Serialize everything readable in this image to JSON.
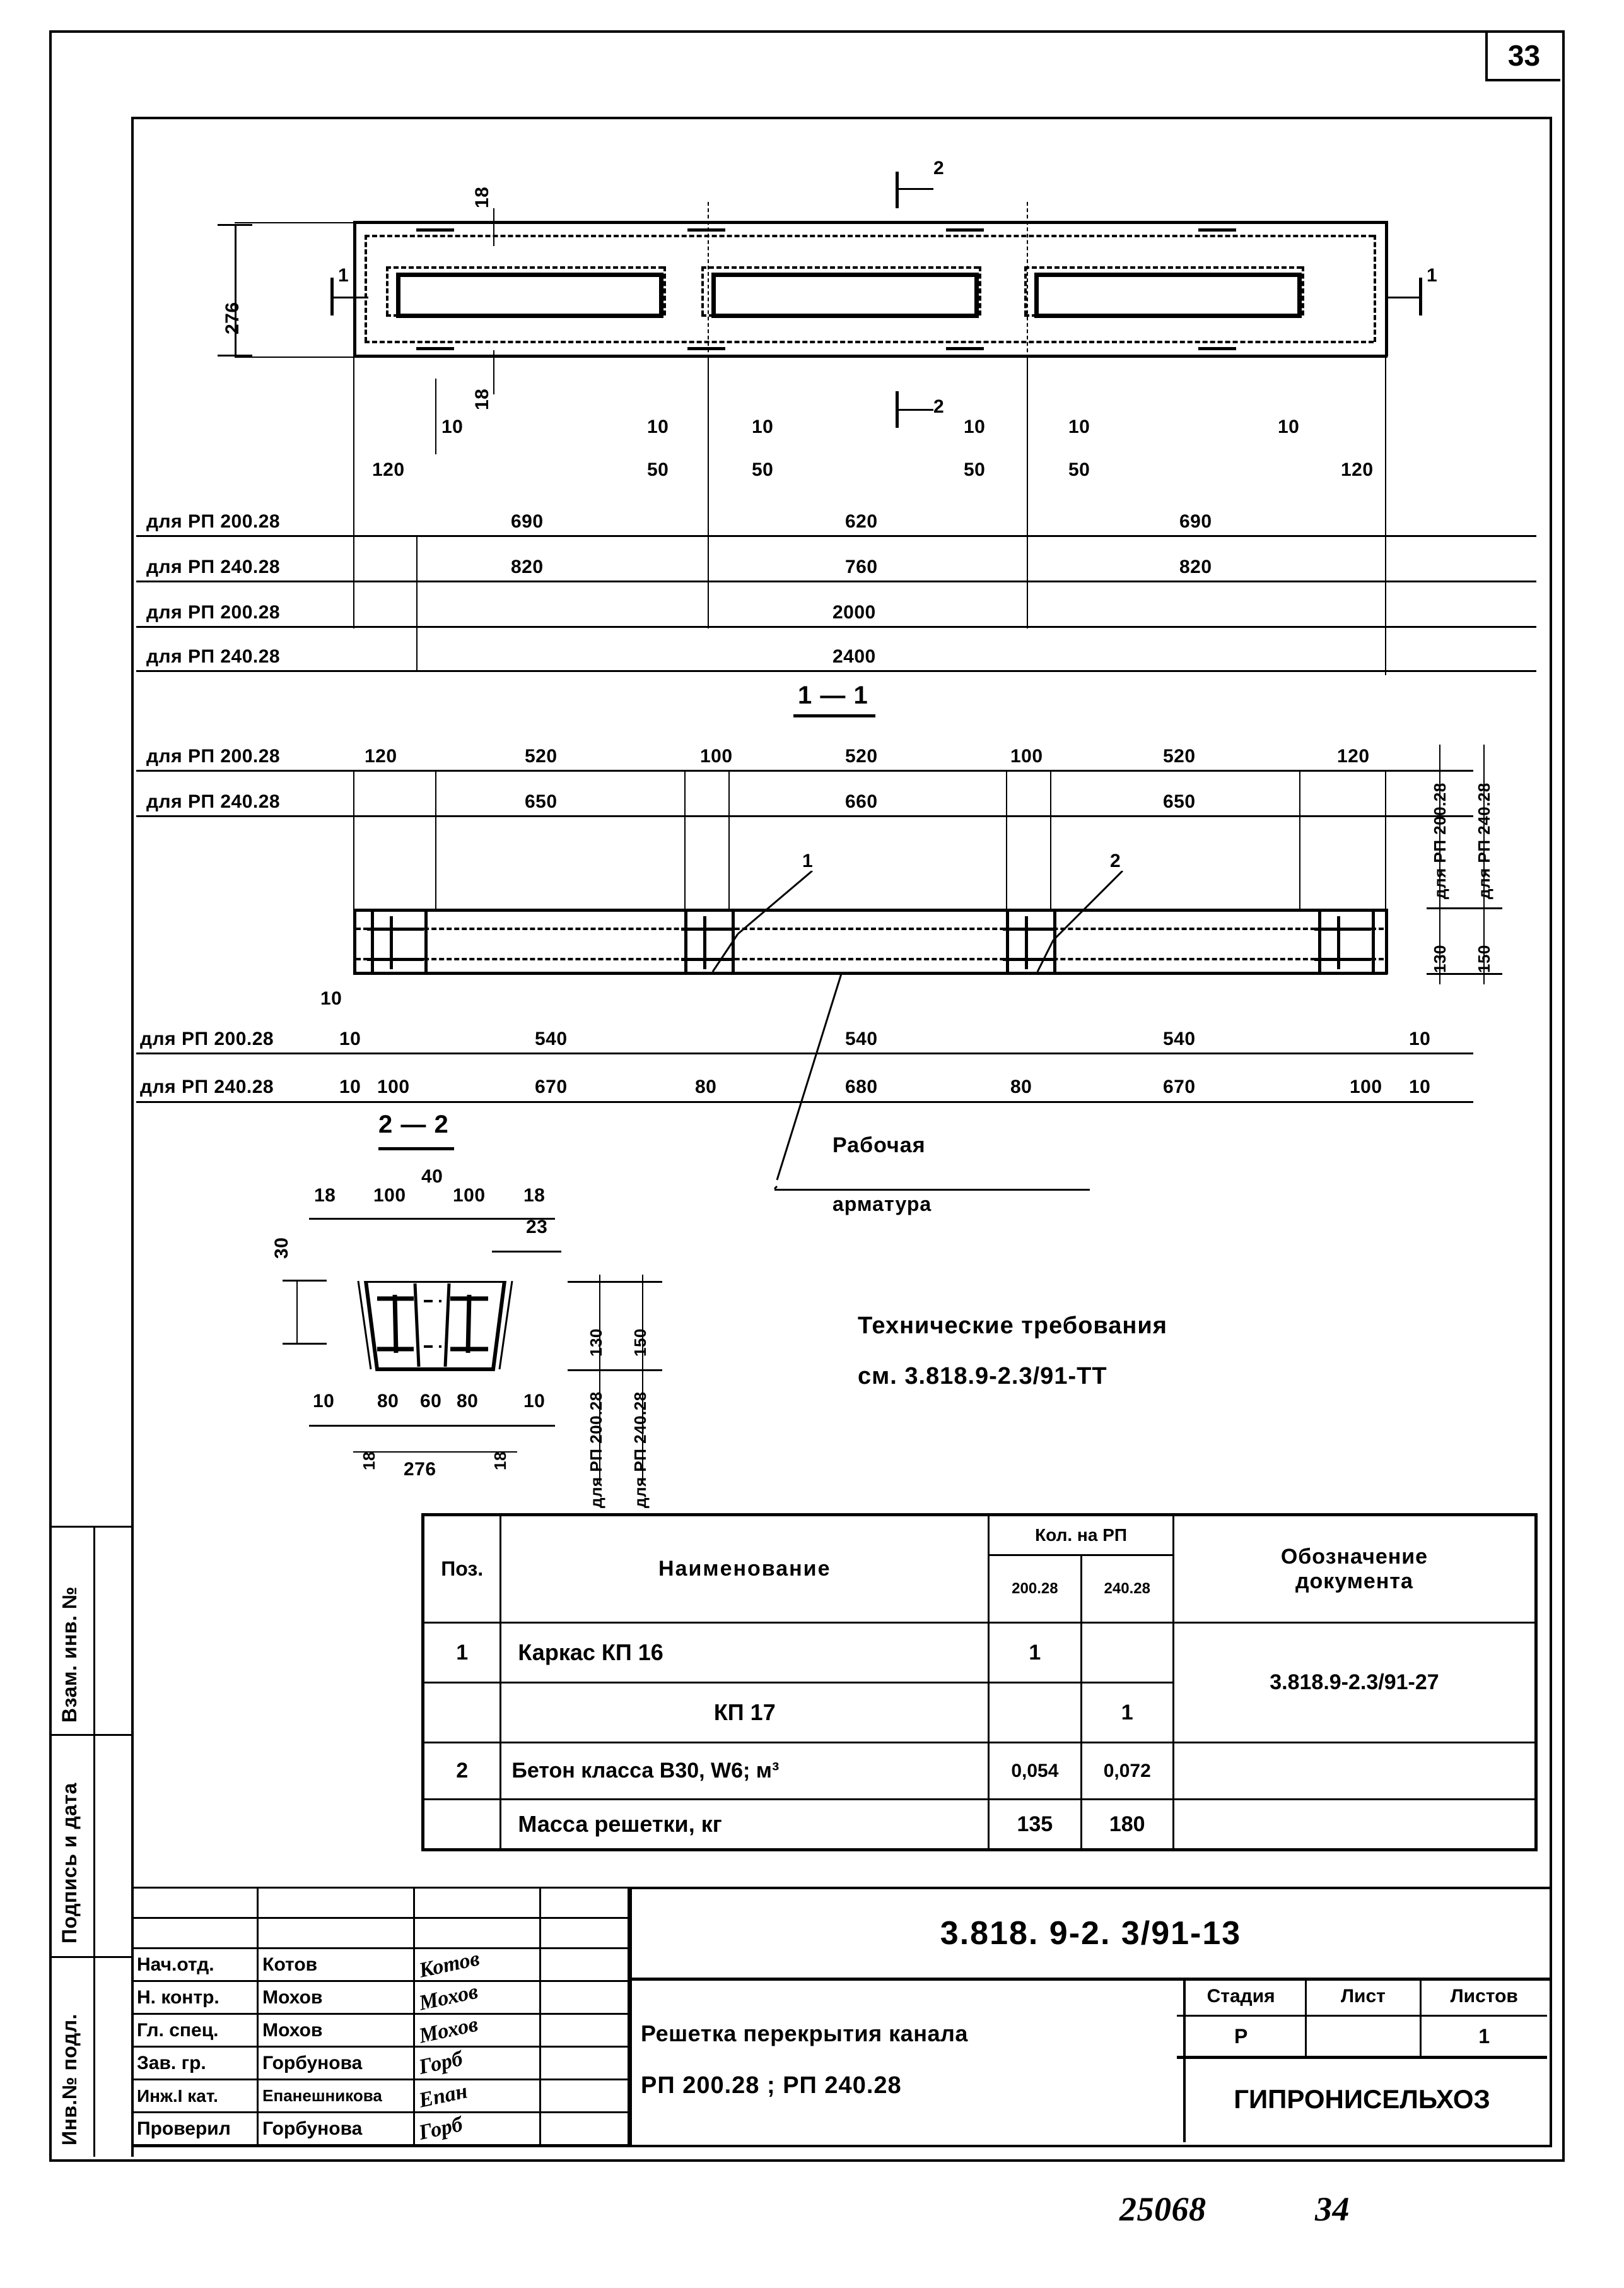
{
  "sheet": {
    "page_number": "33",
    "bottom_code": "25068",
    "bottom_page": "34"
  },
  "sidebar": {
    "items": [
      {
        "label": "Взам. инв. №"
      },
      {
        "label": "Подпись и дата"
      },
      {
        "label": "Инв.№ подл."
      }
    ]
  },
  "plan_view": {
    "height_label": "276",
    "top_thickness": "18",
    "bottom_thickness": "18",
    "section_mark_left": "1",
    "section_mark_right": "1",
    "section_mark_top": "2",
    "section_mark_bottom": "2",
    "small_dims": [
      "10",
      "10",
      "10",
      "10",
      "10",
      "10"
    ],
    "mid_dims": [
      "50",
      "50",
      "50",
      "50"
    ],
    "edge_dims": [
      "120",
      "120"
    ],
    "dim_rows": [
      {
        "label": "для РП 200.28",
        "values": [
          "690",
          "620",
          "690"
        ]
      },
      {
        "label": "для РП 240.28",
        "values": [
          "820",
          "760",
          "820"
        ]
      },
      {
        "label": "для РП 200.28",
        "values": [
          "2000"
        ]
      },
      {
        "label": "для РП 240.28",
        "values": [
          "2400"
        ]
      }
    ]
  },
  "section_1_1": {
    "title": "1 — 1",
    "top_rows": [
      {
        "label": "для РП 200.28",
        "values": [
          "120",
          "520",
          "100",
          "520",
          "100",
          "520",
          "120"
        ]
      },
      {
        "label": "для РП 240.28",
        "values": [
          "650",
          "660",
          "650"
        ]
      }
    ],
    "bottom_rows": [
      {
        "label": "для РП 200.28",
        "lead": "10",
        "values": [
          "540",
          "540",
          "540"
        ],
        "trail": "10"
      },
      {
        "label": "для РП 240.28",
        "lead": "10",
        "lead2": "100",
        "values": [
          "670",
          "80",
          "680",
          "80",
          "670"
        ],
        "trail": "100",
        "trail2": "10"
      }
    ],
    "right_labels": [
      {
        "label": "для РП 200.28",
        "value": "130"
      },
      {
        "label": "для РП 240.28",
        "value": "150"
      }
    ],
    "callout_1": "1",
    "callout_2": "2",
    "rebar_label_line1": "Рабочая",
    "rebar_label_line2": "арматура"
  },
  "section_2_2": {
    "title": "2 — 2",
    "top_dims": [
      "18",
      "100",
      "40",
      "100",
      "18"
    ],
    "right_top_dim": "23",
    "left_dim": "30",
    "bottom_dims": [
      "10",
      "80",
      "60",
      "80",
      "10"
    ],
    "bottom_small": [
      "18",
      "18"
    ],
    "overall_width": "276",
    "right_labels": [
      {
        "label": "для РП 200.28",
        "value": "130"
      },
      {
        "label": "для РП 240.28",
        "value": "150"
      }
    ]
  },
  "tech_note": {
    "line1": "Технические   требования",
    "line2": "см. 3.818.9-2.3/91-ТТ"
  },
  "spec_table": {
    "headers": {
      "pos": "Поз.",
      "name": "Наименование",
      "qty_group": "Кол. на РП",
      "qty_a": "200.28",
      "qty_b": "240.28",
      "doc_line1": "Обозначение",
      "doc_line2": "документа"
    },
    "rows": [
      {
        "pos": "1",
        "name": "Каркас      КП 16",
        "qty_a": "1",
        "qty_b": "",
        "doc": "3.818.9-2.3/91-27"
      },
      {
        "pos": "",
        "name": "КП 17",
        "qty_a": "",
        "qty_b": "1",
        "doc": ""
      },
      {
        "pos": "2",
        "name": "Бетон класса В30, W6;  м³",
        "qty_a": "0,054",
        "qty_b": "0,072",
        "doc": ""
      },
      {
        "pos": "",
        "name": "Масса решетки,   кг",
        "qty_a": "135",
        "qty_b": "180",
        "doc": ""
      }
    ]
  },
  "title_block": {
    "doc_code": "3.818. 9-2. 3/91-13",
    "object_line1": "Решетка перекрытия  канала",
    "object_line2": "РП 200.28 ;  РП 240.28",
    "stage_headers": [
      "Стадия",
      "Лист",
      "Листов"
    ],
    "stage_values": [
      "Р",
      "",
      "1"
    ],
    "organization": "ГИПРОНИСЕЛЬХОЗ",
    "roles": [
      {
        "role": "Нач.отд.",
        "name": "Котов",
        "sig": "Котов"
      },
      {
        "role": "Н. контр.",
        "name": "Мохов",
        "sig": "Мохов"
      },
      {
        "role": "Гл. спец.",
        "name": "Мохов",
        "sig": "Мохов"
      },
      {
        "role": "Зав. гр.",
        "name": "Горбунова",
        "sig": "Горб"
      },
      {
        "role": "Инж.I кат.",
        "name": "Епанешникова",
        "sig": "Епан"
      },
      {
        "role": "Проверил",
        "name": "Горбунова",
        "sig": "Горб"
      }
    ]
  }
}
